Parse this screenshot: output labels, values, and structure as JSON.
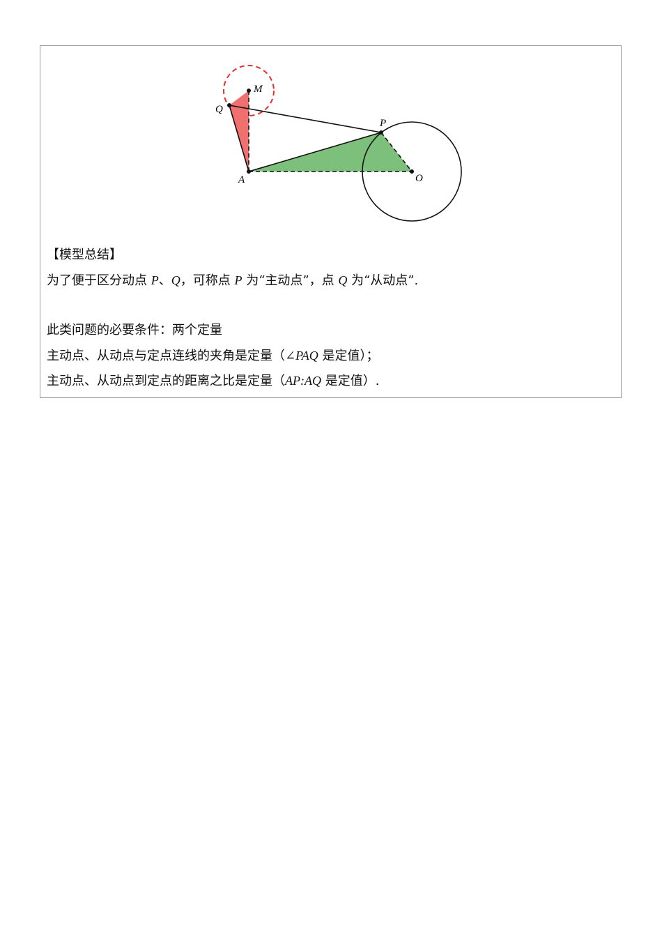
{
  "figure": {
    "labels": {
      "M": "M",
      "Q": "Q",
      "P": "P",
      "A": "A",
      "O": "O"
    },
    "colors": {
      "red_fill": "#f07070",
      "red_circle": "#e03030",
      "green_fill": "#7cc07c",
      "line": "#111111"
    }
  },
  "section_title": "【模型总结】",
  "line1": {
    "part1": "为了便于区分动点 ",
    "P": "P",
    "sep1": "、",
    "Q": "Q",
    "part2": "，可称点 ",
    "P2": "P",
    "part3": " 为“主动点”，点 ",
    "Q2": "Q",
    "part4": " 为“从动点”."
  },
  "line2": "此类问题的必要条件：两个定量",
  "line3": {
    "part1": "主动点、从动点与定点连线的夹角是定量（∠",
    "angle": "PAQ",
    "part2": " 是定值）；"
  },
  "line4": {
    "part1": "主动点、从动点到定点的距离之比是定量（",
    "ratio": "AP:AQ",
    "part2": " 是定值）."
  }
}
